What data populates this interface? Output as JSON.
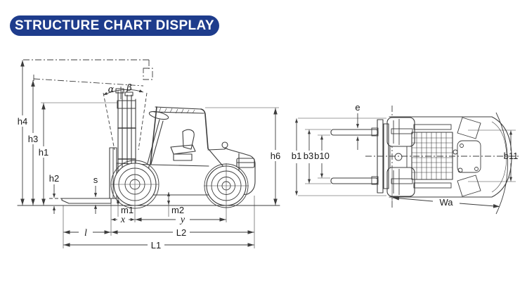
{
  "header": {
    "title": "STRUCTURE CHART DISPLAY"
  },
  "colors": {
    "header_bg": "#1e3c8c",
    "header_text": "#ffffff",
    "line": "#3c3c3c",
    "background": "#ffffff"
  },
  "side_view": {
    "labels": {
      "h4": "h4",
      "h3": "h3",
      "h1": "h1",
      "h2": "h2",
      "s": "s",
      "alpha": "α",
      "beta": "β",
      "h6": "h6",
      "m1": "m1",
      "m2": "m2",
      "x": "x",
      "y": "y",
      "l": "l",
      "L2": "L2",
      "L1": "L1"
    }
  },
  "top_view": {
    "labels": {
      "e": "e",
      "b1": "b1",
      "b3": "b3",
      "b10": "b10",
      "b11": "b11",
      "wa": "Wa"
    }
  }
}
